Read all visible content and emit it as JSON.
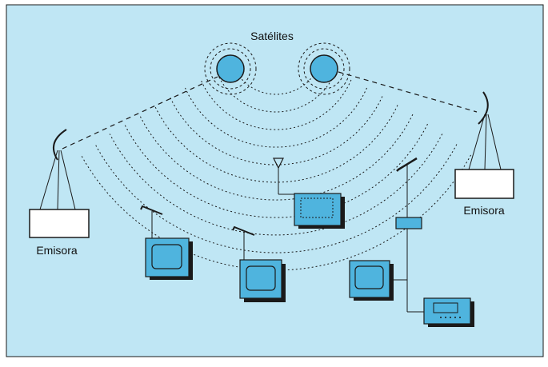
{
  "labels": {
    "satellites": "Satélites",
    "station_left": "Emisora",
    "station_right": "Emisora"
  },
  "colors": {
    "background": "#bfe6f4",
    "device_fill": "#4fb4de",
    "line": "#1a1a1a",
    "frame": "#ffffff"
  }
}
